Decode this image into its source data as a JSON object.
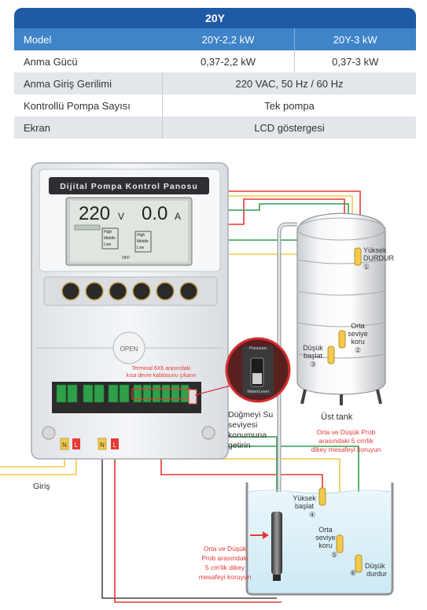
{
  "table": {
    "title": "20Y",
    "header": {
      "label": "Model",
      "col1": "20Y-2,2 kW",
      "col2": "20Y-3 kW"
    },
    "rows": [
      {
        "label": "Anma Gücü",
        "col1": "0,37-2,2 kW",
        "col2": "0,37-3 kW"
      },
      {
        "label": "Anma Giriş Gerilimi",
        "value": "220 VAC, 50 Hz / 60 Hz"
      },
      {
        "label": "Kontrollü Pompa Sayısı",
        "value": "Tek pompa"
      },
      {
        "label": "Ekran",
        "value": "LCD göstergesi"
      }
    ]
  },
  "panel": {
    "title": "Dijital Pompa Kontrol Panosu",
    "voltage": "220",
    "voltage_unit": "V",
    "current": "0.0",
    "current_unit": "A",
    "lcd_labels": [
      "High",
      "Middle",
      "Low",
      "High",
      "Middle",
      "Low",
      "OFF"
    ],
    "open_label": "OPEN",
    "terminal_note": [
      "Terminal 6X6 arasındaki",
      "kısa devre kablosunu çıkarın"
    ],
    "inset_top": "Pressure",
    "inset_bottom": "WaterLevel",
    "switch_note": [
      "Düğmeyi Su",
      "seviyesi",
      "konumuna",
      "getirin"
    ],
    "n_label": "N",
    "l_label": "L",
    "input_label": "Giriş"
  },
  "upper_tank": {
    "title": "Üst tank",
    "probe1": [
      "Yüksek",
      "DURDUR",
      "①"
    ],
    "probe2": [
      "Orta",
      "seviye",
      "koru",
      "②"
    ],
    "probe3": [
      "Düşük",
      "başlat",
      "③"
    ],
    "note": [
      "Orta ve Düşük Prob",
      "arasındaki 5 cm'lik",
      "dikey mesafeyi koruyun"
    ]
  },
  "lower_tank": {
    "probe4": [
      "Yüksek",
      "başlat",
      "④"
    ],
    "probe5": [
      "Orta",
      "seviye",
      "koru",
      "⑤"
    ],
    "probe6": [
      "Düşük",
      "durdur"
    ],
    "probe6_num": "⑥",
    "note": [
      "Orta ve Düşük",
      "Prob arasındaki",
      "5 cm'lik dikey",
      "mesafeyi koruyun"
    ]
  },
  "colors": {
    "header_dark": "#1e5aa6",
    "header": "#3f83c8",
    "wire_red": "#e53935",
    "wire_green": "#2e9e4f",
    "wire_yellow": "#f2c94c",
    "note_red": "#e53935"
  }
}
